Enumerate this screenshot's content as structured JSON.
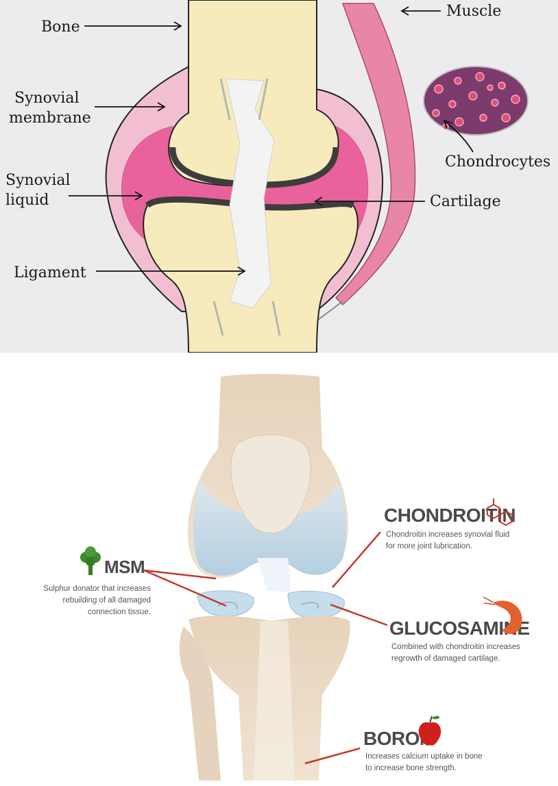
{
  "anatomy": {
    "labels": {
      "bone": "Bone",
      "muscle": "Muscle",
      "synovial_membrane": [
        "Synovial",
        "membrane"
      ],
      "chondrocytes": "Chondrocytes",
      "synovial_liquid": [
        "Synovial",
        "liquid"
      ],
      "cartilage": "Cartilage",
      "ligament": "Ligament"
    },
    "colors": {
      "bone": "#f7ebbd",
      "membrane": "#f2bfd2",
      "liquid": "#e9629b",
      "cartilage": "#3d3d3d",
      "ligament": "#f3f3f3",
      "muscle": "#e986a8",
      "cell_bg": "#7d3b6d"
    }
  },
  "supplements": {
    "chondroitin": {
      "title": "CHONDROITIN",
      "desc": [
        "Chondroitin increases synovial fluid",
        "for more joint lubrication."
      ],
      "icon": "molecule-icon"
    },
    "msm": {
      "title": "MSM",
      "desc": [
        "Sulphur donator that increases",
        "rebuilding of all damaged",
        "connection tissue."
      ],
      "icon": "broccoli-icon"
    },
    "glucosamine": {
      "title": "GLUCOSAMINE",
      "desc": [
        "Combined with chondroitin increases",
        "regrowth of damaged cartilage."
      ],
      "icon": "shrimp-icon"
    },
    "boron": {
      "title": "BORON",
      "desc": [
        "Increases calcium uptake in bone",
        "to increase bone strength."
      ],
      "icon": "apple-icon"
    },
    "colors": {
      "bone": "#e8d5bd",
      "cartilage": "#c6ddee",
      "pointer": "#c0392b",
      "heading": "#4a4a4a"
    }
  }
}
